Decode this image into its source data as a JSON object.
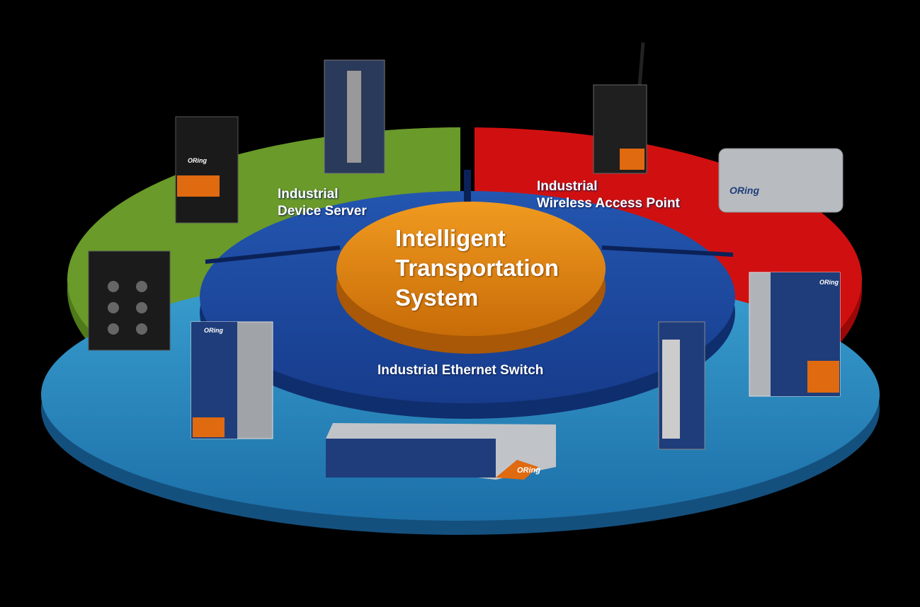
{
  "center": {
    "line1": "Intelligent",
    "line2": "Transportation",
    "line3": "System"
  },
  "segments": {
    "device_server": {
      "line1": "Industrial",
      "line2": "Device Server"
    },
    "wireless_ap": {
      "line1": "Industrial",
      "line2": "Wireless Access Point"
    },
    "ethernet_switch": {
      "label": "Industrial Ethernet Switch"
    }
  },
  "brand": "ORing",
  "colors": {
    "green": "#6a9a2a",
    "red": "#d01010",
    "blue": "#2a8cc0",
    "inner_blue": "#1d4aa0",
    "orange": "#e08010"
  }
}
